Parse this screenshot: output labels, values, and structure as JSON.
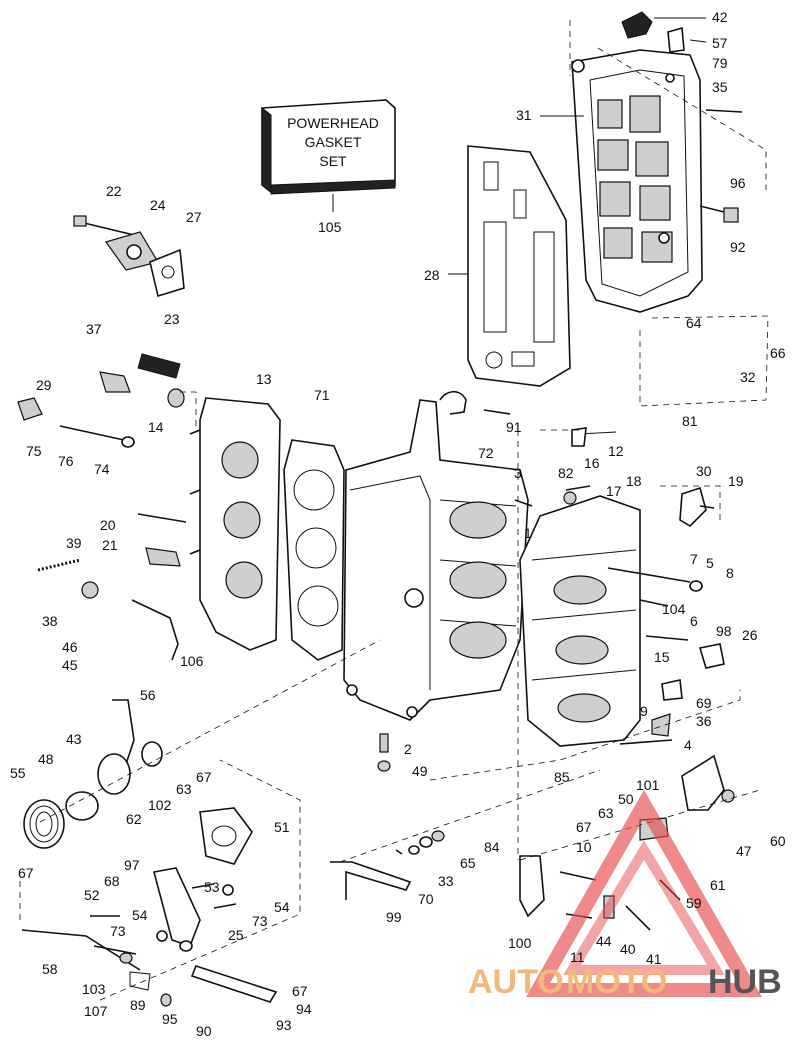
{
  "gasket_set_box": {
    "line1": "POWERHEAD",
    "line2": "GASKET",
    "line3": "SET"
  },
  "watermark": {
    "part1": "AUTO",
    "part2": "MOTO",
    "part3": "HUB",
    "color_light": "#f3b97a",
    "color_dark": "#555555",
    "triangle_color": "#e84a4a"
  },
  "callouts": [
    "105",
    "42",
    "57",
    "79",
    "35",
    "31",
    "28",
    "96",
    "92",
    "22",
    "24",
    "27",
    "23",
    "37",
    "29",
    "14",
    "13",
    "71",
    "75",
    "76",
    "74",
    "72",
    "91",
    "12",
    "82",
    "16",
    "17",
    "18",
    "30",
    "19",
    "3",
    "20",
    "21",
    "39",
    "38",
    "7",
    "5",
    "8",
    "104",
    "106",
    "6",
    "46",
    "45",
    "15",
    "98",
    "26",
    "56",
    "43",
    "69",
    "48",
    "36",
    "55",
    "2",
    "49",
    "9",
    "4",
    "67",
    "63",
    "102",
    "51",
    "62",
    "85",
    "101",
    "50",
    "47",
    "60",
    "63",
    "67",
    "10",
    "61",
    "97",
    "68",
    "53",
    "52",
    "54",
    "73",
    "84",
    "65",
    "33",
    "70",
    "59",
    "64",
    "66",
    "32",
    "81",
    "100",
    "44",
    "40",
    "41",
    "11",
    "99",
    "25",
    "54",
    "73",
    "58",
    "103",
    "89",
    "95",
    "90",
    "67",
    "94",
    "107",
    "93",
    "67",
    "1"
  ]
}
